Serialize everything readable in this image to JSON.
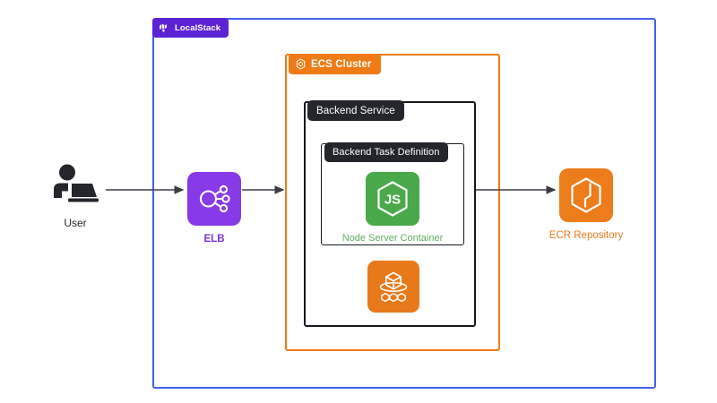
{
  "diagram": {
    "type": "architecture-diagram",
    "background": "#ffffff",
    "boundaries": [
      {
        "id": "localstack",
        "label": "LocalStack",
        "icon": "localstack-logo-icon",
        "border_color": "#4361ee",
        "badge_color": "#5c23d4",
        "badge_text_color": "#ffffff"
      },
      {
        "id": "ecs-cluster",
        "label": "ECS Cluster",
        "icon": "ecs-cluster-icon",
        "border_color": "#ef7b14",
        "badge_color": "#ef7b14",
        "badge_text_color": "#ffffff"
      },
      {
        "id": "backend-service",
        "label": "Backend Service",
        "border_color": "#16181d",
        "badge_color": "#24262c",
        "badge_text_color": "#ffffff"
      },
      {
        "id": "backend-task-definition",
        "label": "Backend Task Definition",
        "border_color": "#16181d",
        "badge_color": "#24262c",
        "badge_text_color": "#ffffff"
      }
    ],
    "nodes": [
      {
        "id": "user",
        "label": "User",
        "icon": "user-at-laptop-icon",
        "icon_color": "#24262c",
        "label_color": "#24262c",
        "tile_color": "transparent"
      },
      {
        "id": "elb",
        "label": "ELB",
        "icon": "load-balancer-icon",
        "icon_color": "#ffffff",
        "label_color": "#7b34e0",
        "tile_color": "#8839e8"
      },
      {
        "id": "node-server-container",
        "label": "Node Server Container",
        "icon": "nodejs-icon",
        "icon_color": "#ffffff",
        "label_color": "#5fae5f",
        "tile_color": "#4aa94a"
      },
      {
        "id": "ecs-task",
        "label": "",
        "icon": "ecs-task-cubes-icon",
        "icon_color": "#ffffff",
        "label_color": "",
        "tile_color": "#e8791b"
      },
      {
        "id": "ecr-repository",
        "label": "ECR Repository",
        "icon": "ecr-box-icon",
        "icon_color": "#ffffff",
        "label_color": "#e8791b",
        "tile_color": "#ed7c1a"
      }
    ],
    "connections": [
      {
        "id": "user-to-elb",
        "from": "user",
        "to": "elb",
        "color": "#3a3d45",
        "style": "solid-arrow"
      },
      {
        "id": "elb-to-ecs-cluster",
        "from": "elb",
        "to": "ecs-cluster",
        "color": "#3a3d45",
        "style": "solid-arrow"
      },
      {
        "id": "backend-service-to-ecr",
        "from": "backend-service",
        "to": "ecr-repository",
        "color": "#3a3d45",
        "style": "solid-arrow"
      }
    ]
  }
}
